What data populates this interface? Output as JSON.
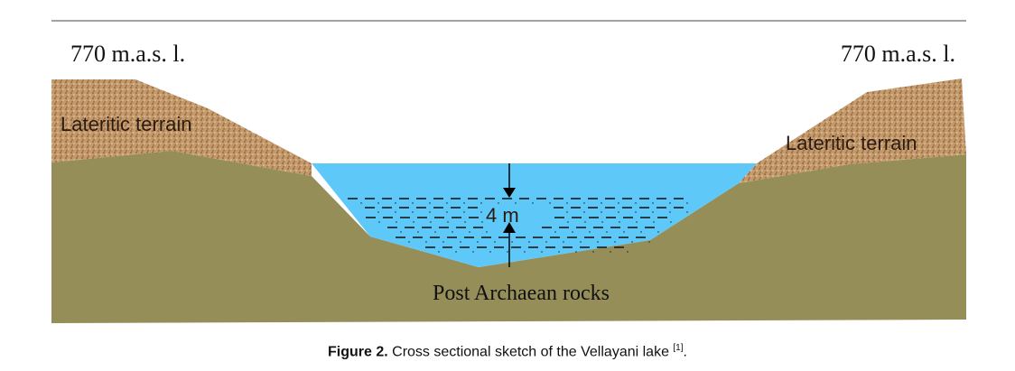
{
  "diagram": {
    "elevation_left": "770 m.a.s. l.",
    "elevation_right": "770 m.a.s. l.",
    "terrain_left": "Lateritic terrain",
    "terrain_right": "Lateritic terrain",
    "depth_label": "4 m",
    "bedrock_label": "Post Archaean rocks",
    "colors": {
      "bedrock": "#958e58",
      "laterite": "#c49a6c",
      "water": "#5ec8f8",
      "sediment_dash": "#1a1a1a"
    }
  },
  "caption": {
    "label": "Figure 2.",
    "text": " Cross sectional sketch of the Vellayani lake ",
    "ref": "[1]",
    "tail": "."
  }
}
